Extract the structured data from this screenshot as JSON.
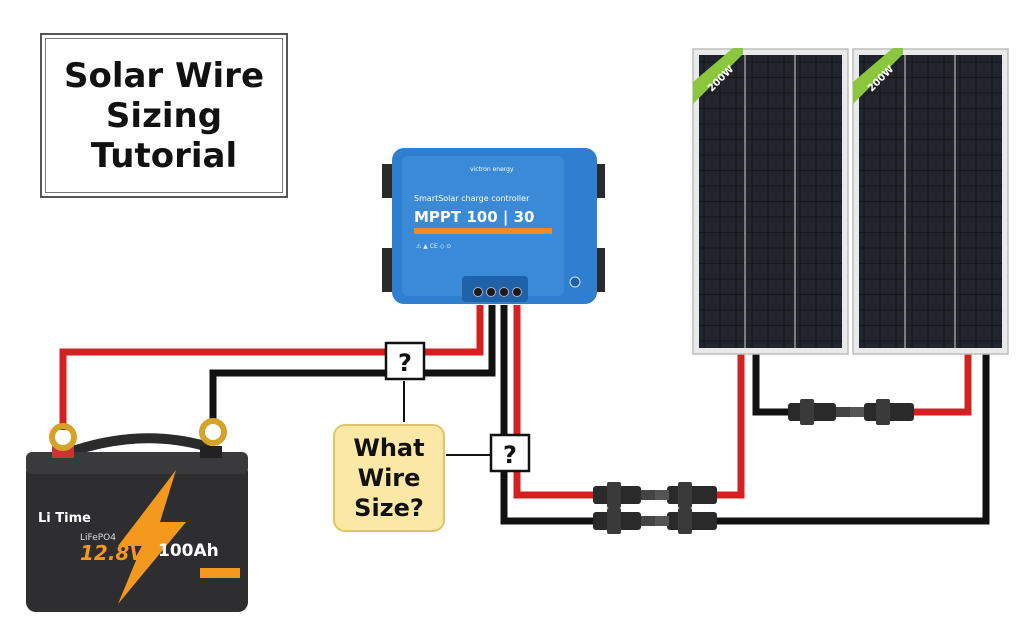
{
  "title": {
    "lines": [
      "Solar Wire",
      "Sizing",
      "Tutorial"
    ]
  },
  "callout": {
    "lines": [
      "What",
      "Wire",
      "Size?"
    ]
  },
  "question_mark": "?",
  "controller": {
    "brand": "victron energy",
    "product_line": "SmartSolar charge controller",
    "model": "MPPT 100 | 30"
  },
  "battery": {
    "brand": "Li Time",
    "chemistry": "LiFePO4",
    "voltage": "12.8V",
    "capacity": "100Ah"
  },
  "panels": [
    {
      "badge": "200W"
    },
    {
      "badge": "200W"
    }
  ],
  "colors": {
    "positive_wire": "#d42020",
    "negative_wire": "#111111",
    "controller_blue": "#2f7fd0",
    "callout_fill": "#fbe8a6",
    "badge_green": "#8cc63f",
    "battery_orange": "#f39a1e"
  }
}
